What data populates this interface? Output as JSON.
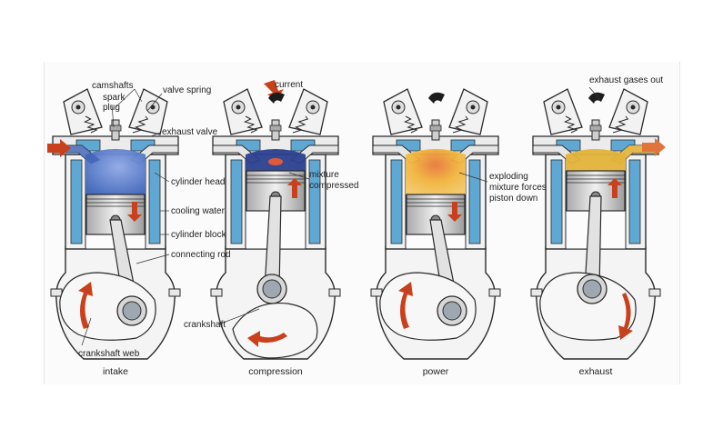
{
  "labels": {
    "camshafts": "camshafts",
    "spark_plug_1": "spark",
    "spark_plug_2": "plug",
    "valve_spring": "valve spring",
    "exhaust_valve": "exhaust valve",
    "cylinder_head": "cylinder head",
    "cooling_water": "cooling water",
    "cylinder_block": "cylinder block",
    "connecting_rod": "connecting rod",
    "crankshaft_web": "crankshaft web",
    "current": "current",
    "mixture_compressed_1": "mixture",
    "mixture_compressed_2": "compressed",
    "crankshaft": "crankshaft",
    "exploding_1": "exploding",
    "exploding_2": "mixture forces",
    "exploding_3": "piston down",
    "exhaust_out": "exhaust gases out"
  },
  "strokes": [
    {
      "caption": "intake"
    },
    {
      "caption": "compression"
    },
    {
      "caption": "power"
    },
    {
      "caption": "exhaust"
    }
  ],
  "colors": {
    "cooling_water": "#5fa8d3",
    "intake_charge": "#3d63b8",
    "compressed_mixture": "#2b3f8f",
    "explosion": "#f0b43c",
    "explosion_core": "#e8773a",
    "exhaust_gas": "#e3b33a",
    "arrow": "#c8401c",
    "metal": "#d9d9d9",
    "outline": "#2a2a2a"
  }
}
